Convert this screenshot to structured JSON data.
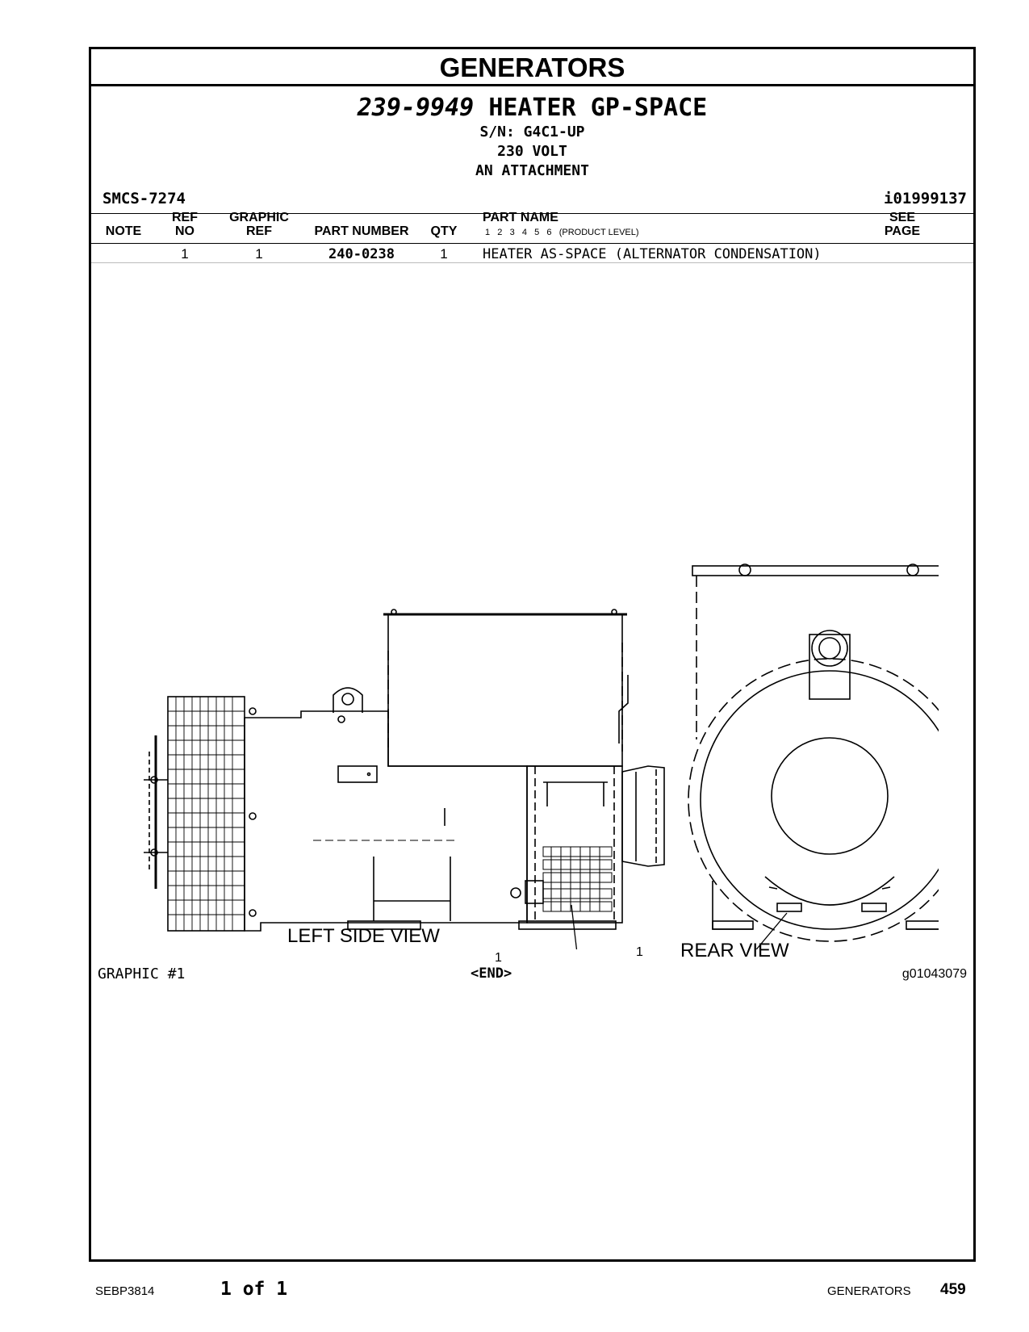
{
  "section_title": "GENERATORS",
  "group": {
    "part_number": "239-9949",
    "name": "HEATER GP-SPACE",
    "serial": "S/N: G4C1-UP",
    "voltage": "230 VOLT",
    "type": "AN ATTACHMENT"
  },
  "smcs": "SMCS-7274",
  "doc_id": "i01999137",
  "table": {
    "headers": {
      "note": "NOTE",
      "ref_no_1": "REF",
      "ref_no_2": "NO",
      "graphic_ref_1": "GRAPHIC",
      "graphic_ref_2": "REF",
      "part_number": "PART NUMBER",
      "qty": "QTY",
      "part_name": "PART NAME",
      "product_level": "1   2   3   4   5   6   (PRODUCT LEVEL)",
      "see_page_1": "SEE",
      "see_page_2": "PAGE"
    },
    "rows": [
      {
        "note": "",
        "ref_no": "1",
        "graphic_ref": "1",
        "part_number": "240-0238",
        "qty": "1",
        "part_name": "HEATER AS-SPACE (ALTERNATOR CONDENSATION)",
        "see_page": ""
      }
    ]
  },
  "drawing": {
    "left_view_label": "LEFT SIDE VIEW",
    "rear_view_label": "REAR VIEW",
    "callout_left": "1",
    "callout_rear": "1"
  },
  "graphic_label": "GRAPHIC #1",
  "end_marker": "<END>",
  "graphic_id": "g01043079",
  "footer": {
    "publication": "SEBP3814",
    "page_of": "1 of 1",
    "section": "GENERATORS",
    "page_number": "459"
  }
}
